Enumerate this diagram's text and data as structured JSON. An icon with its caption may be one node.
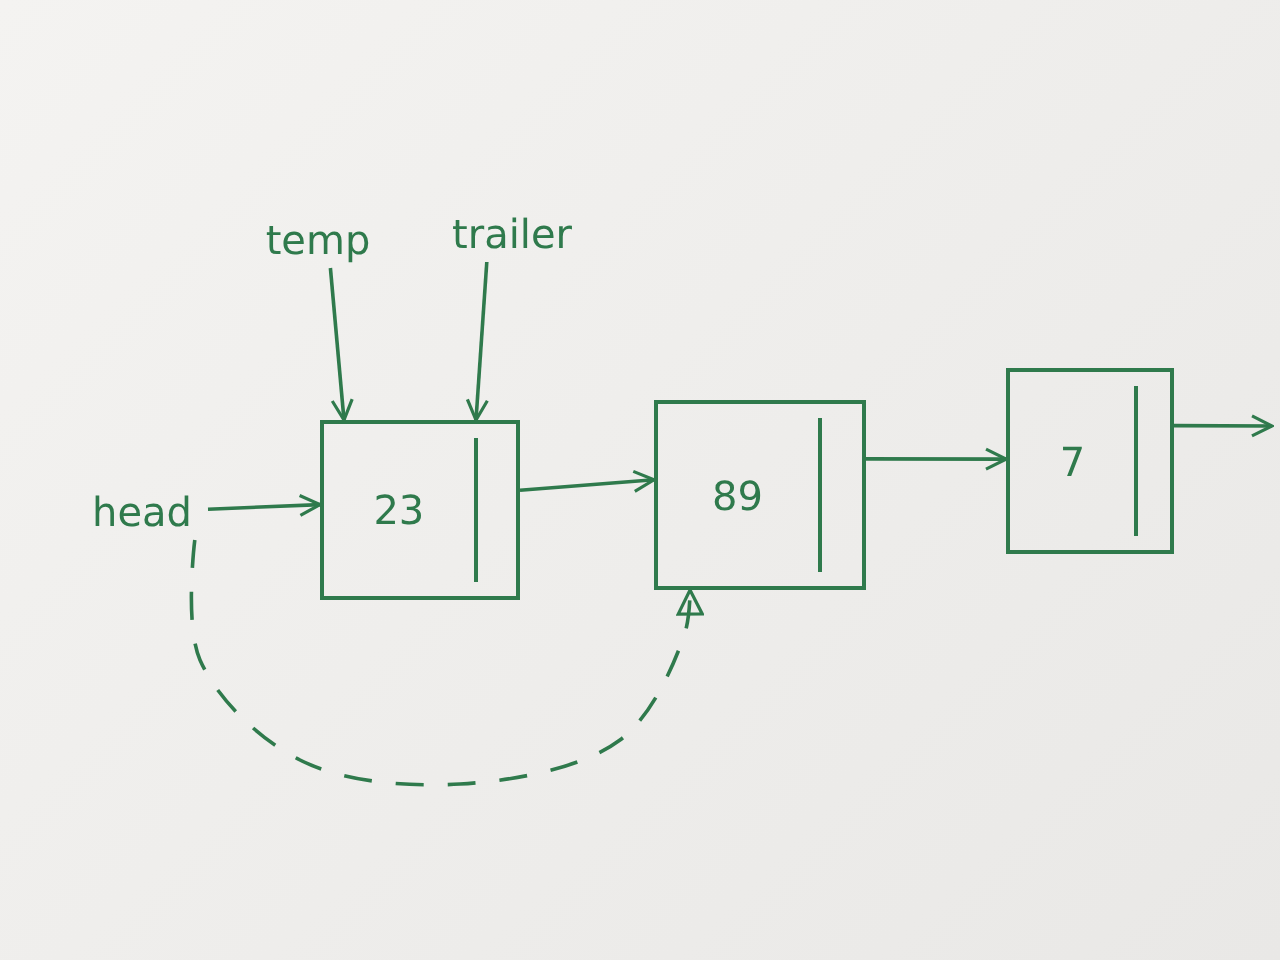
{
  "diagram": {
    "nodes": [
      {
        "text": [
          "temp"
        ]
      },
      {
        "text": [
          "trailer"
        ]
      },
      {
        "text": [
          "head"
        ]
      },
      {
        "text": [
          "23"
        ]
      },
      {
        "text": [
          "89"
        ]
      },
      {
        "text": [
          "7"
        ]
      }
    ],
    "edges": [
      {
        "from": 0,
        "to": 3,
        "arrow": "to"
      },
      {
        "from": 1,
        "to": 3,
        "arrow": "to"
      },
      {
        "from": 2,
        "to": 3,
        "arrow": "to"
      },
      {
        "from": 3,
        "to": 4,
        "arrow": "to"
      },
      {
        "from": 4,
        "to": 5,
        "arrow": "to"
      },
      {
        "from": 5,
        "to": null,
        "arrow": "to"
      },
      {
        "from": 2,
        "to": 4,
        "arrow": "to",
        "style": "dashed"
      }
    ]
  }
}
